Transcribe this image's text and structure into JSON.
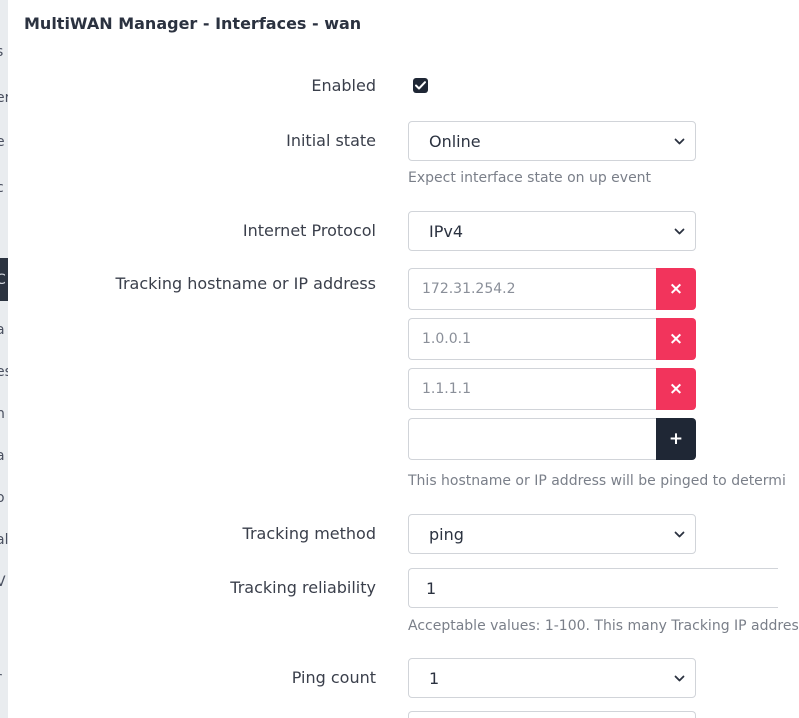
{
  "modal": {
    "title": "MultiWAN Manager - Interfaces - wan"
  },
  "background_fragments": [
    "s",
    "er",
    "e",
    "c",
    "C",
    "a",
    "es",
    "n",
    "a",
    "o",
    "al",
    "V",
    "r"
  ],
  "form": {
    "enabled": {
      "label": "Enabled",
      "checked": true
    },
    "initial_state": {
      "label": "Initial state",
      "value": "Online",
      "help": "Expect interface state on up event"
    },
    "internet_protocol": {
      "label": "Internet Protocol",
      "value": "IPv4"
    },
    "tracking_hosts": {
      "label": "Tracking hostname or IP address",
      "entries": [
        "172.31.254.2",
        "1.0.0.1",
        "1.1.1.1"
      ],
      "new_entry": "",
      "remove_symbol": "×",
      "add_symbol": "+",
      "help": "This hostname or IP address will be pinged to determi"
    },
    "tracking_method": {
      "label": "Tracking method",
      "value": "ping"
    },
    "tracking_reliability": {
      "label": "Tracking reliability",
      "value": "1",
      "help": "Acceptable values: 1-100. This many Tracking IP addres"
    },
    "ping_count": {
      "label": "Ping count",
      "value": "1"
    }
  }
}
